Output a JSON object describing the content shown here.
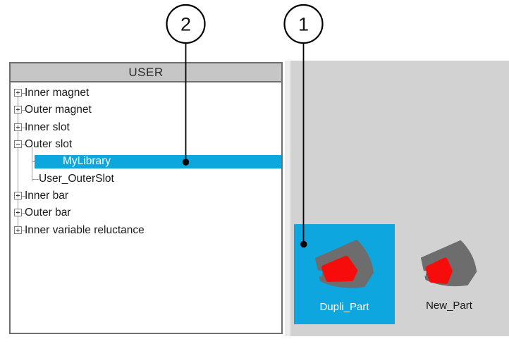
{
  "panel": {
    "title": "USER"
  },
  "tree": {
    "items": [
      {
        "label": "Inner magnet",
        "expanded": false
      },
      {
        "label": "Outer magnet",
        "expanded": false
      },
      {
        "label": "Inner slot",
        "expanded": false
      },
      {
        "label": "Outer slot",
        "expanded": true,
        "children": [
          {
            "label": "MyLibrary",
            "selected": true
          },
          {
            "label": "User_OuterSlot",
            "selected": false
          }
        ]
      },
      {
        "label": "Inner bar",
        "expanded": false
      },
      {
        "label": "Outer bar",
        "expanded": false
      },
      {
        "label": "Inner variable reluctance",
        "expanded": false
      }
    ]
  },
  "parts": {
    "items": [
      {
        "label": "Dupli_Part",
        "selected": true
      },
      {
        "label": "New_Part",
        "selected": false
      }
    ]
  },
  "callouts": {
    "first": "1",
    "second": "2"
  },
  "colors": {
    "selection_blue": "#0ea6df",
    "panel_gray": "#d2d2d2",
    "part_gray": "#6d6d6d",
    "part_red": "#f70c0c"
  }
}
